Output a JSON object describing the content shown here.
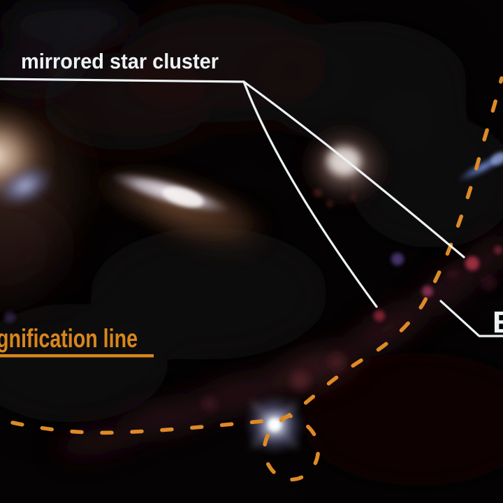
{
  "labels": {
    "mirrored_star_cluster": "mirrored star cluster",
    "magnification_line_partial": "gnification line",
    "earendel_partial": "E"
  },
  "colors": {
    "annotation_orange": "#DE8A28",
    "annotation_orange_text": "#D8861F",
    "annotation_white": "#EDF2F5",
    "background_black": "#050303"
  }
}
